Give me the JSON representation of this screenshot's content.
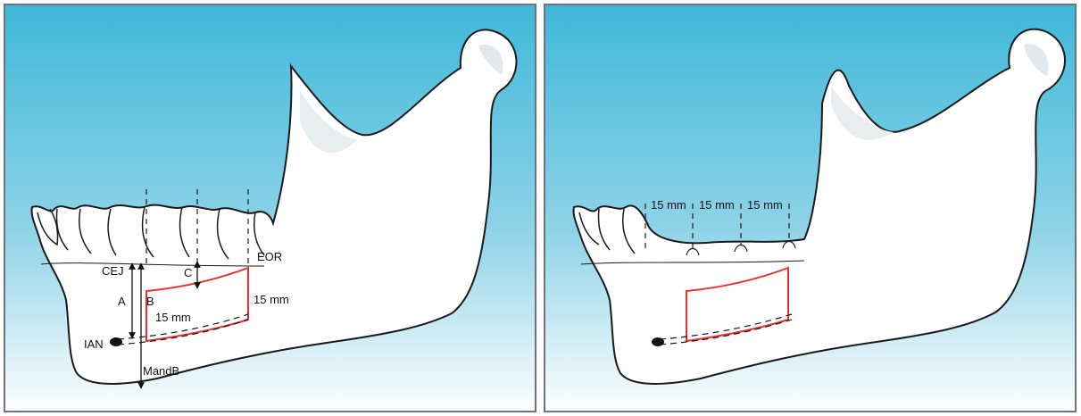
{
  "left_panel": {
    "labels": {
      "cej": "CEJ",
      "a": "A",
      "b": "B",
      "c": "C",
      "eor": "EOR",
      "height_15mm": "15 mm",
      "width_15mm": "15 mm",
      "ian": "IAN",
      "mandb": "MandB"
    }
  },
  "right_panel": {
    "labels": {
      "seg1": "15 mm",
      "seg2": "15 mm",
      "seg3": "15 mm"
    }
  },
  "colors": {
    "sky_top": "#3fb8d9",
    "sky_bottom": "#ffffff",
    "bone": "#ffffff",
    "outline": "#1a1a1a",
    "graft_box": "#e5312b"
  }
}
